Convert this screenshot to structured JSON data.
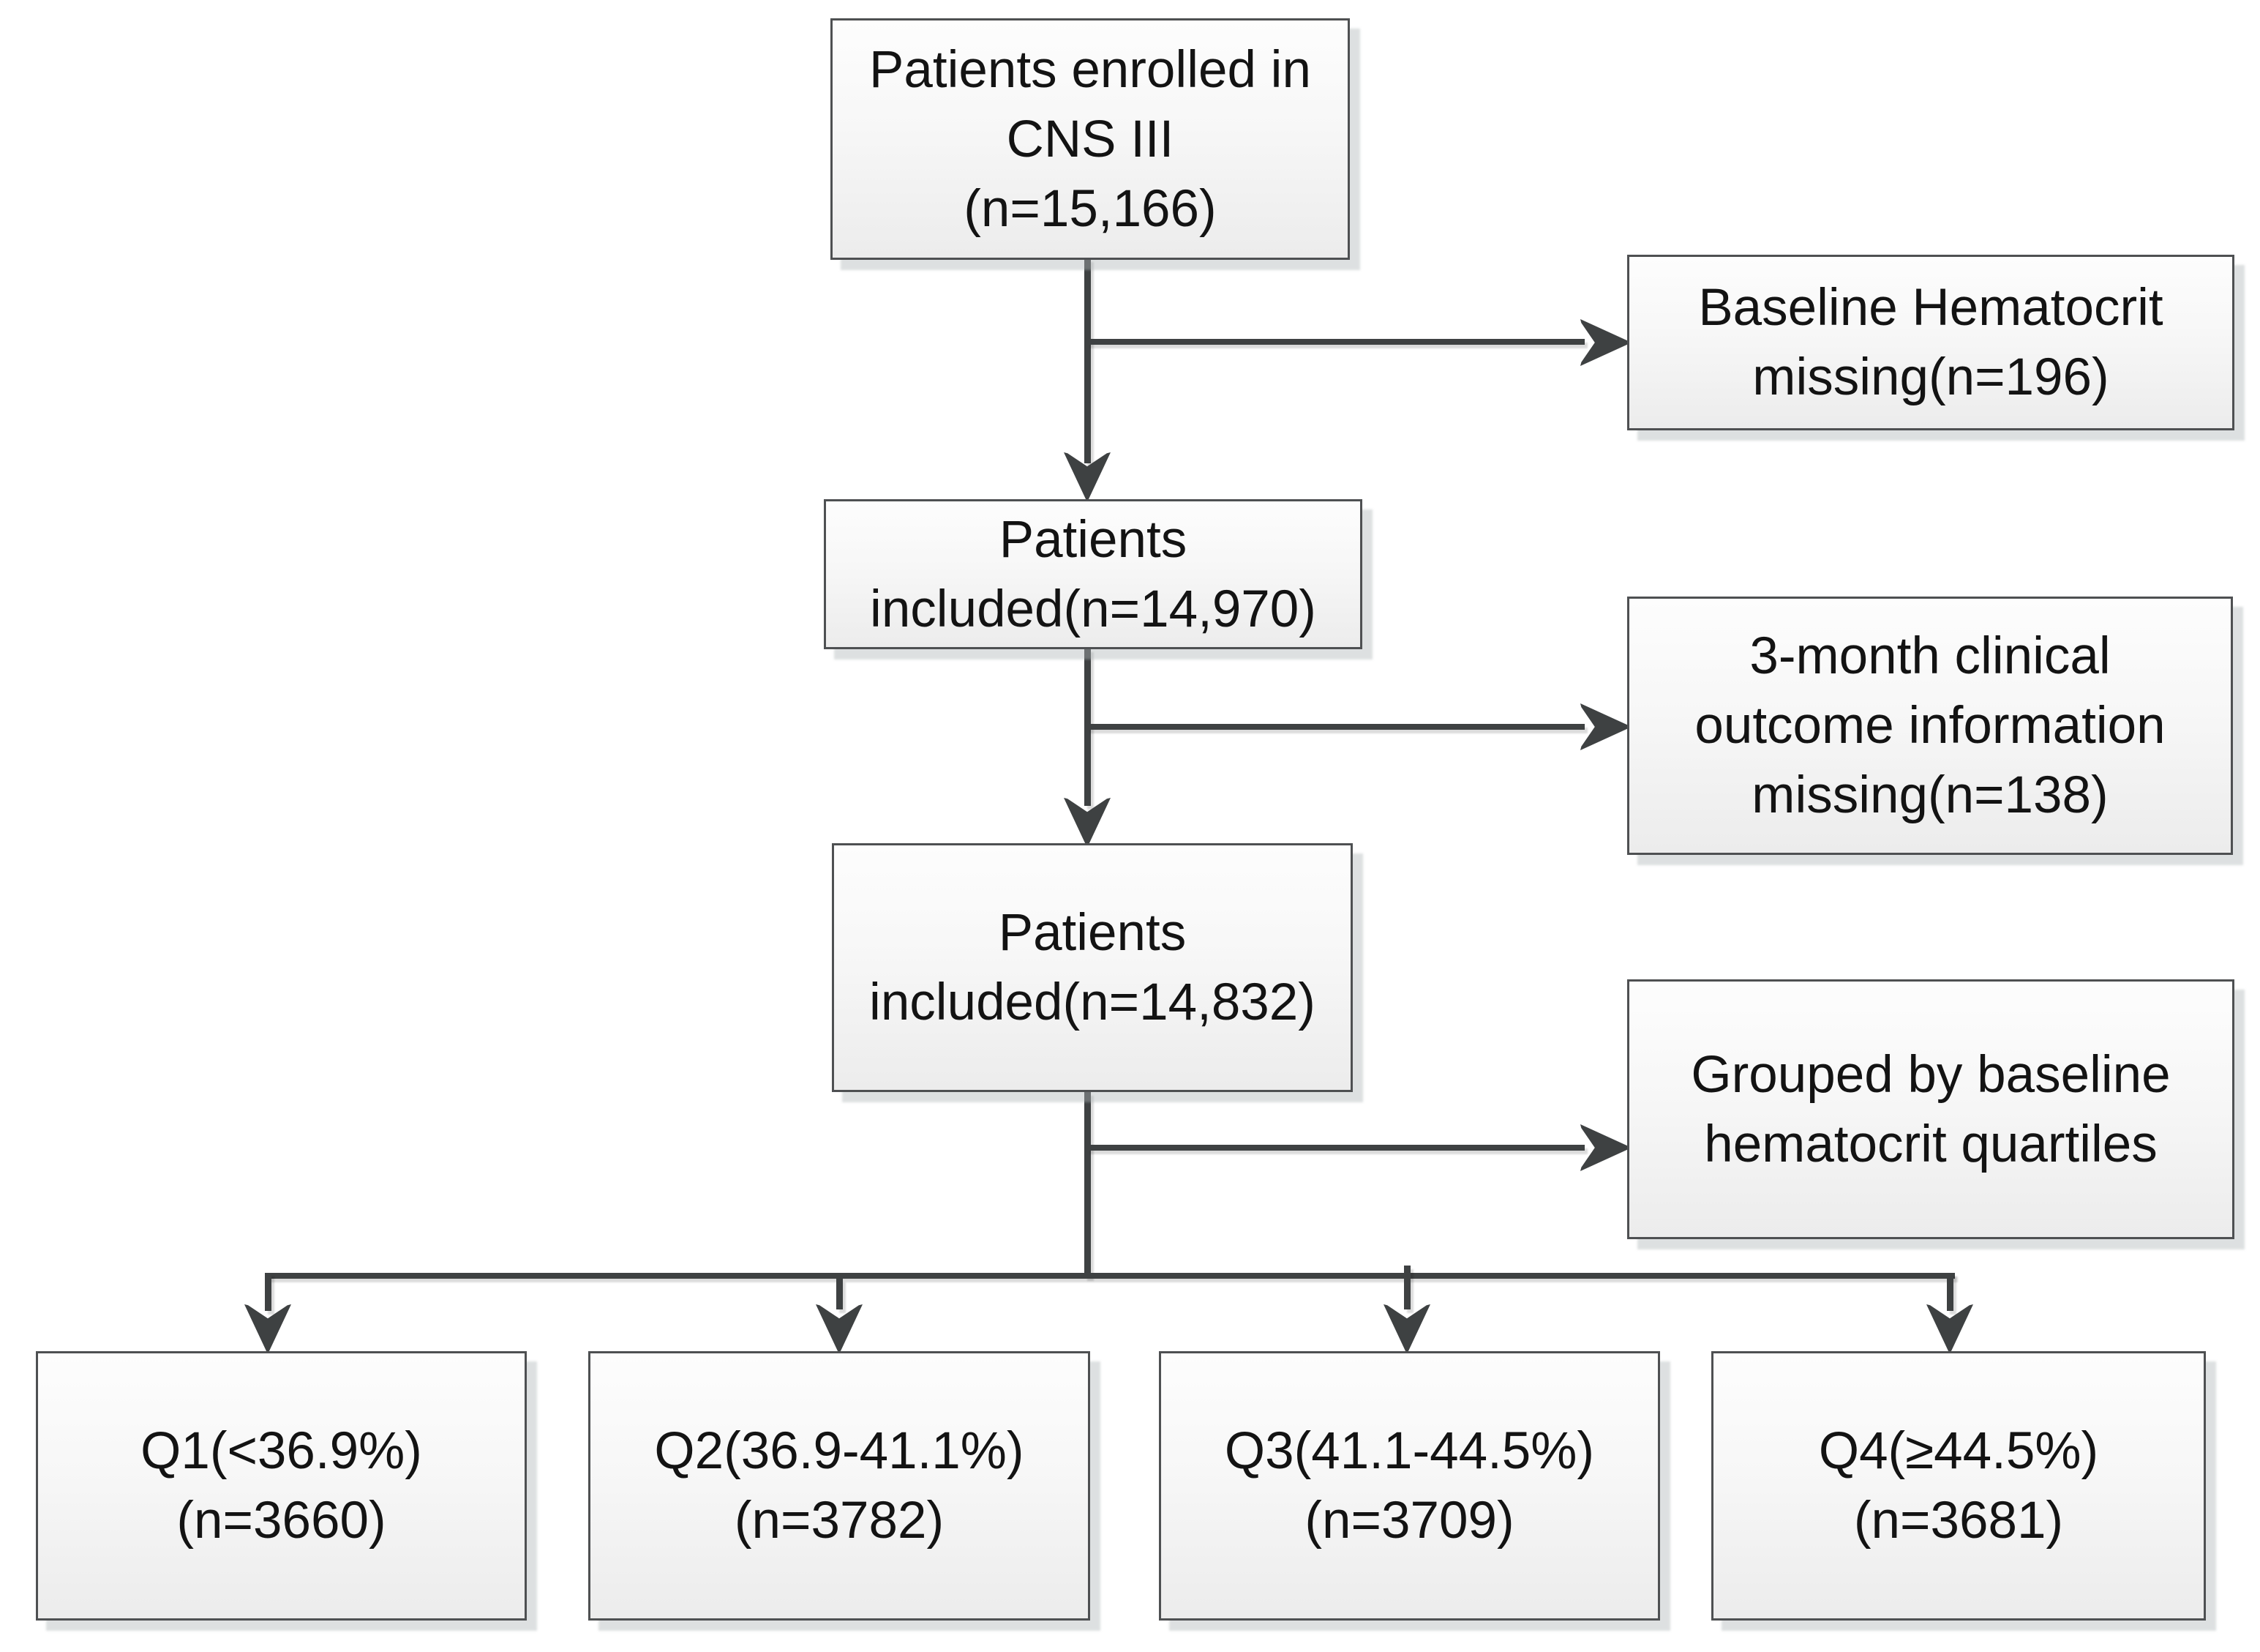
{
  "flow": {
    "nodes": {
      "enrolled": {
        "text": "Patients enrolled in\nCNS III\n(n=15,166)"
      },
      "excluded_hct": {
        "text": "Baseline Hematocrit\nmissing(n=196)"
      },
      "included_1": {
        "text": "Patients\nincluded(n=14,970)"
      },
      "excluded_outcome": {
        "text": "3-month clinical\noutcome information\nmissing(n=138)"
      },
      "included_2": {
        "text": "Patients\nincluded(n=14,832)"
      },
      "grouped": {
        "text": "Grouped by baseline\nhematocrit quartiles"
      },
      "q1": {
        "text": "Q1(<36.9%)\n(n=3660)"
      },
      "q2": {
        "text": "Q2(36.9-41.1%)\n(n=3782)"
      },
      "q3": {
        "text": "Q3(41.1-44.5%)\n(n=3709)"
      },
      "q4": {
        "text": "Q4(≥44.5%)\n(n=3681)"
      }
    },
    "colors": {
      "connector_line": "#3e4142",
      "box_border": "#4e5052",
      "box_fill_top": "#fdfdfd",
      "box_fill_bottom": "#ececec",
      "text": "#131313"
    }
  }
}
